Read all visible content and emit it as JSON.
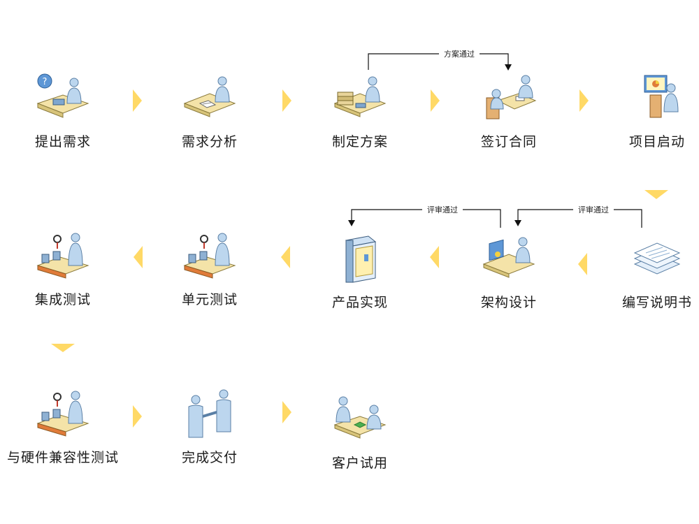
{
  "diagram": {
    "steps": [
      {
        "label": "提出需求",
        "icon": "question-person-desk-icon"
      },
      {
        "label": "需求分析",
        "icon": "analysis-person-desk-icon"
      },
      {
        "label": "制定方案",
        "icon": "planning-person-books-icon"
      },
      {
        "label": "签订合同",
        "icon": "contract-meeting-icon"
      },
      {
        "label": "项目启动",
        "icon": "presentation-board-icon"
      },
      {
        "label": "编写说明书",
        "icon": "document-stack-icon"
      },
      {
        "label": "架构设计",
        "icon": "design-desk-icon"
      },
      {
        "label": "产品实现",
        "icon": "server-box-icon"
      },
      {
        "label": "单元测试",
        "icon": "testing-bench-icon"
      },
      {
        "label": "集成测试",
        "icon": "testing-bench-icon"
      },
      {
        "label": "与硬件兼容性测试",
        "icon": "testing-bench-icon"
      },
      {
        "label": "完成交付",
        "icon": "handshake-icon"
      },
      {
        "label": "客户试用",
        "icon": "customer-trial-icon"
      }
    ],
    "loops": [
      {
        "label": "方案通过",
        "from": "制定方案",
        "to": "签订合同"
      },
      {
        "label": "评审通过",
        "from": "架构设计",
        "to": "产品实现"
      },
      {
        "label": "评审通过",
        "from": "编写说明书",
        "to": "架构设计"
      }
    ],
    "colors": {
      "chevron": "#ffd966",
      "person": "#bcd6ee",
      "desk": "#f4e3a8",
      "line": "#111111"
    }
  }
}
